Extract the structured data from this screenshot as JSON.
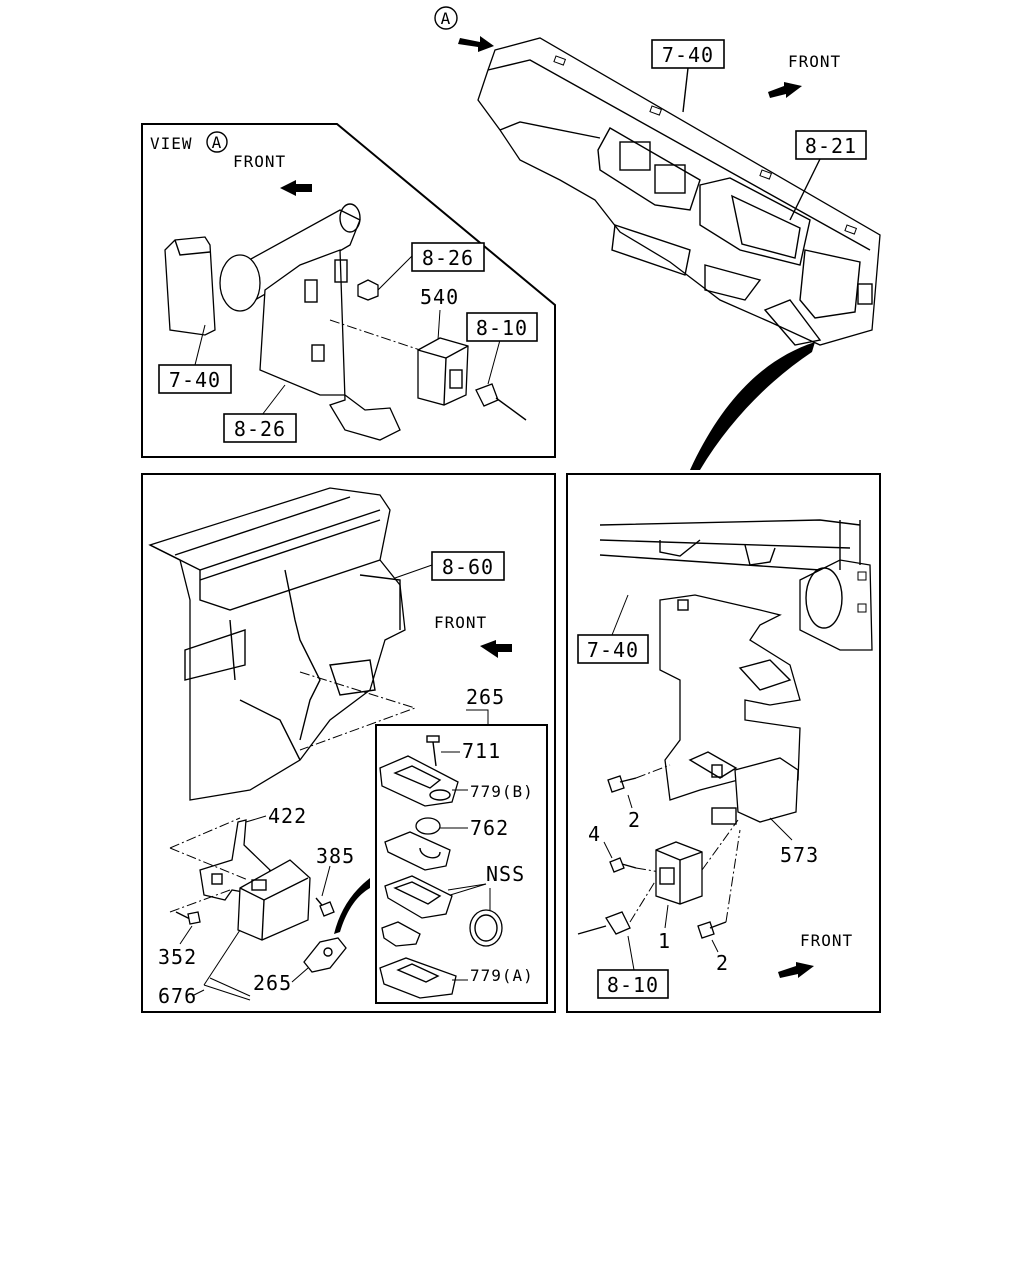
{
  "callout_a": "A",
  "top": {
    "front": "FRONT",
    "ref_dash": "7-40",
    "ref_cluster": "8-21"
  },
  "view_a": {
    "title": "VIEW",
    "front": "FRONT",
    "ref_nut": "8-26",
    "part_relay": "540",
    "ref_connector": "8-10",
    "ref_dash": "7-40",
    "ref_bracket": "8-26"
  },
  "left_panel": {
    "ref_heater": "8-60",
    "front": "FRONT",
    "kit_no": "265",
    "kit_items": [
      "711",
      "779(B)",
      "762",
      "NSS",
      "779(A)"
    ],
    "parts": {
      "bracket": "422",
      "bolt_a": "385",
      "screw": "352",
      "unit": "676",
      "key": "265"
    }
  },
  "right_panel": {
    "ref_dash": "7-40",
    "bolt_upper": "2",
    "screw": "4",
    "bracket": "573",
    "relay": "1",
    "bolt_lower": "2",
    "front": "FRONT",
    "ref_connector": "8-10"
  }
}
